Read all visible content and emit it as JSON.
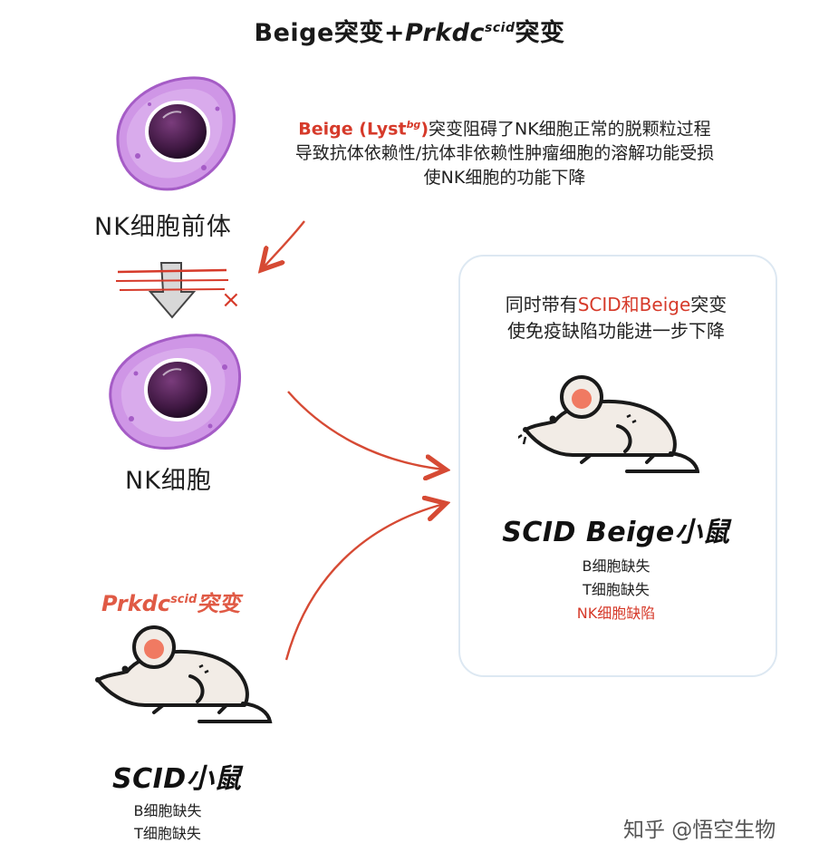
{
  "title": {
    "prefix": "Beige突变+",
    "gene": "Prkdc",
    "gene_sup": "scid",
    "suffix": "突变"
  },
  "description": {
    "line1_gene": "Beige (Lyst",
    "line1_sup": "bg",
    "line1_gene_close": ")",
    "line1_rest": "突变阻碍了NK细胞正常的脱颗粒过程",
    "line2": "导致抗体依赖性/抗体非依赖性肿瘤细胞的溶解功能受损",
    "line3": "使NK细胞的功能下降"
  },
  "nk_precursor_label": "NK细胞前体",
  "nk_cell_label": "NK细胞",
  "blocked_mark": "×",
  "panel": {
    "line1_pre": "同时带有",
    "line1_red": "SCID和Beige",
    "line1_post": "突变",
    "line2": "使免疫缺陷功能进一步下降",
    "mouse_name": "SCID Beige小鼠",
    "traits": [
      "B细胞缺失",
      "T细胞缺失"
    ],
    "trait_red": "NK细胞缺陷"
  },
  "prkdc_label": {
    "gene": "Prkdc",
    "sup": "scid",
    "suffix": "突变"
  },
  "scid_mouse": {
    "name": "SCID小鼠",
    "traits": [
      "B细胞缺失",
      "T细胞缺失"
    ]
  },
  "watermark": "知乎 @悟空生物",
  "colors": {
    "accent_red": "#d63a2a",
    "cell_purple": "#c98de0",
    "nucleus": "#4a1f4d",
    "panel_border": "#dde8f2"
  },
  "icons": [
    "nk-cell-icon",
    "mouse-icon",
    "arrow-icon",
    "cross-icon"
  ]
}
